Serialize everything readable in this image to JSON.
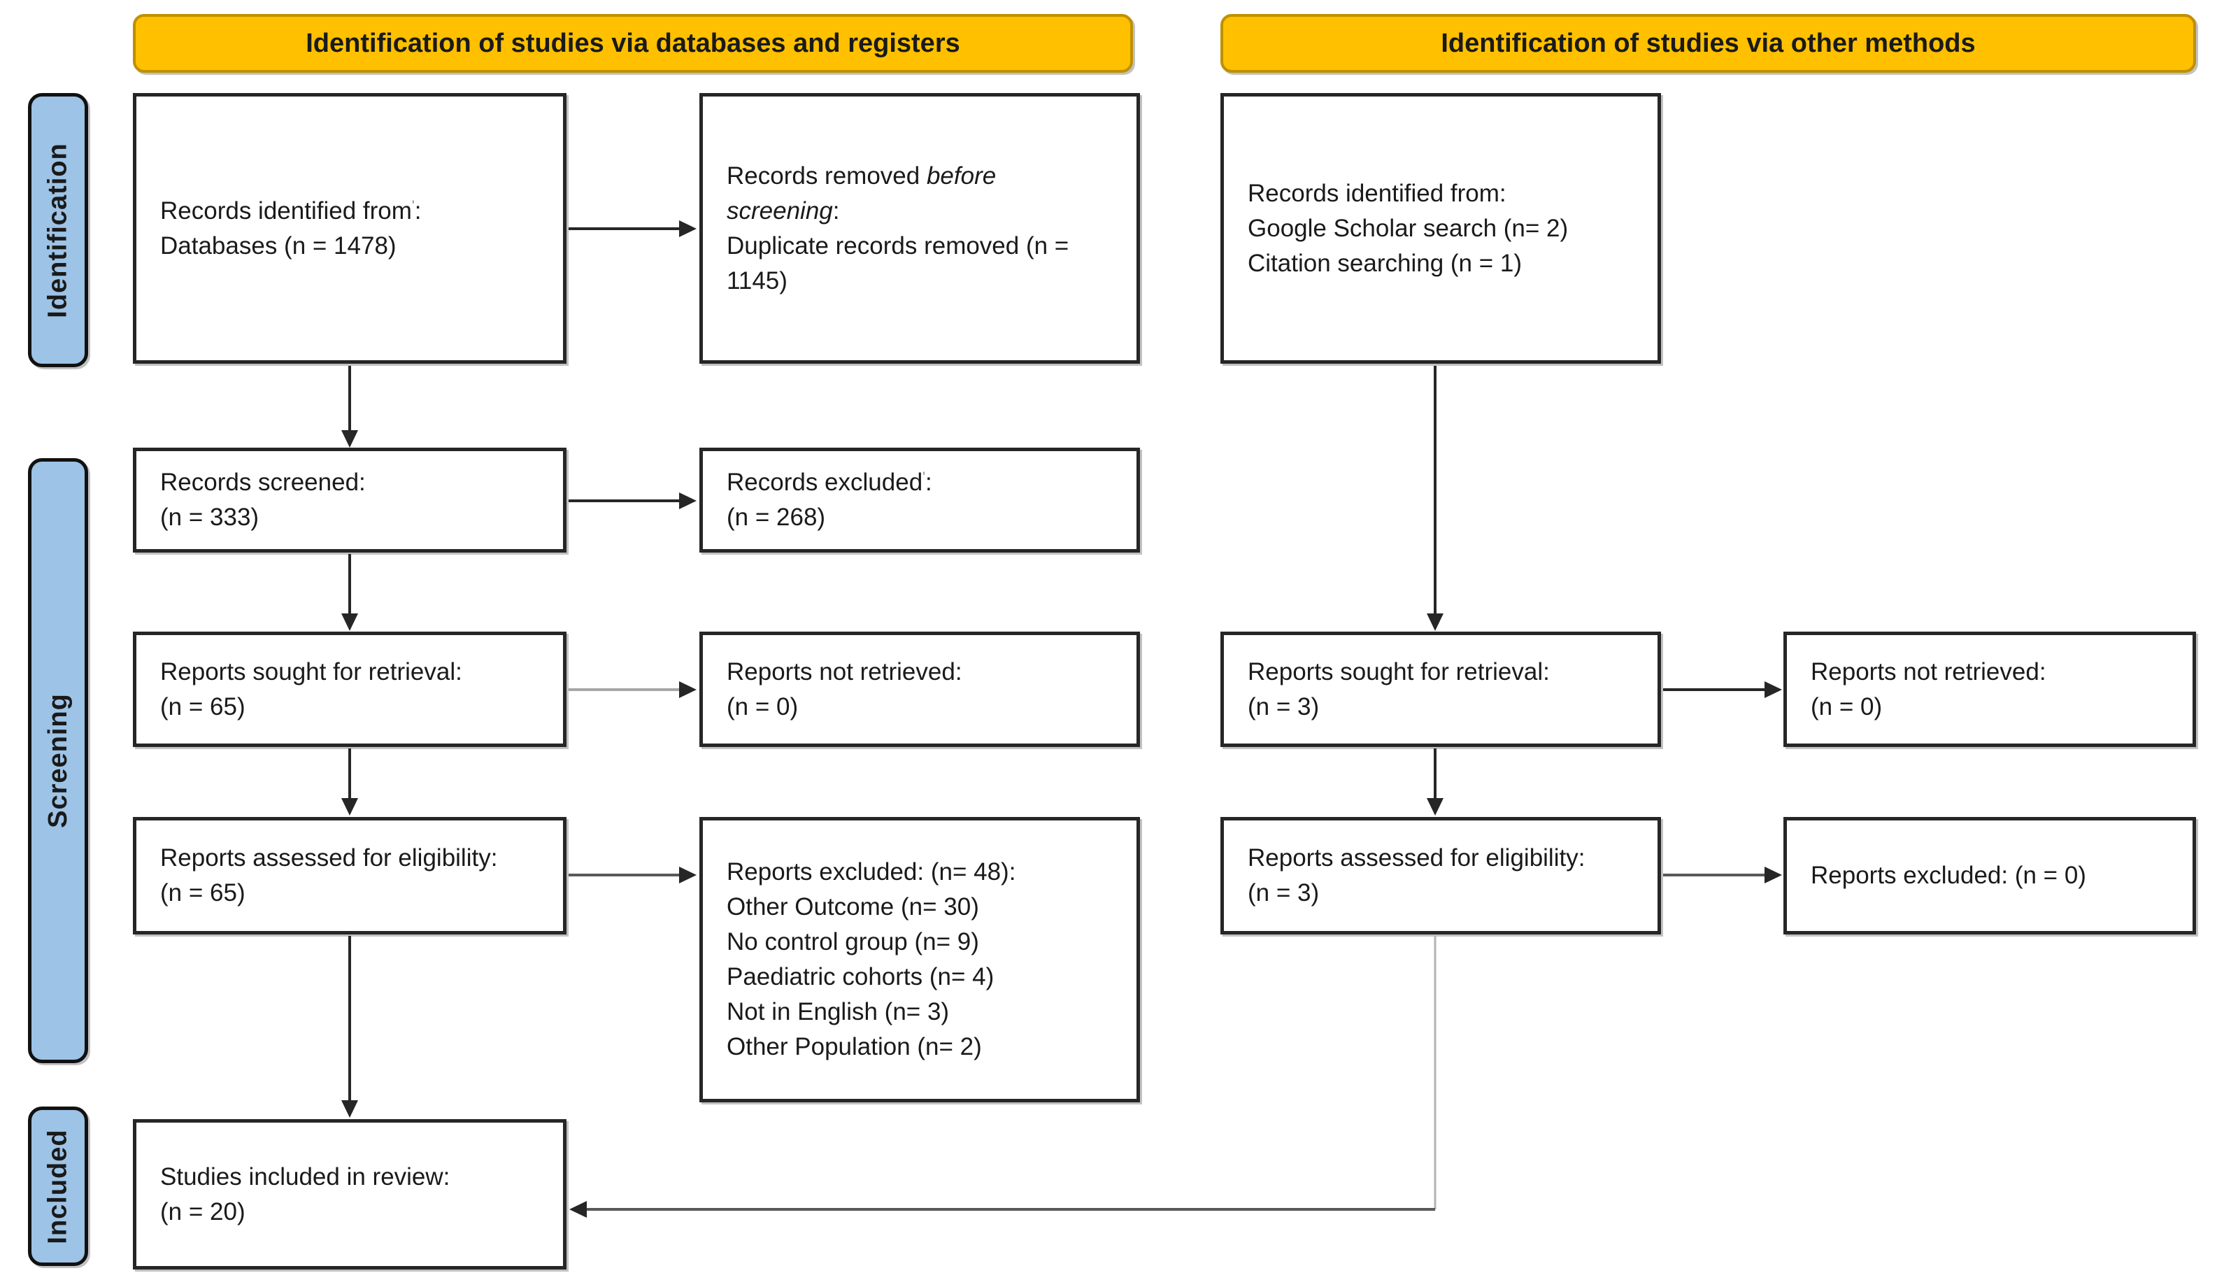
{
  "banners": {
    "left": "Identification of studies via databases and registers",
    "right": "Identification of studies via other methods"
  },
  "sidebar": {
    "identification": "Identification",
    "screening": "Screening",
    "included": "Included"
  },
  "boxes": {
    "records_identified_db": {
      "l1": "Records identified from",
      "l1_sup": "'",
      "l1_colon": ":",
      "l2": "Databases (n = 1478)"
    },
    "records_removed": {
      "l1a": "Records removed ",
      "l1b": "before screening",
      "l1c": ":",
      "l2": "Duplicate records removed (n = 1145)"
    },
    "records_identified_other": {
      "l1": "Records identified from:",
      "l2": "Google Scholar search (n= 2)",
      "l3": "Citation searching (n = 1)"
    },
    "records_screened": {
      "l1": "Records screened:",
      "l2": "(n = 333)"
    },
    "records_excluded": {
      "l1": "Records excluded",
      "l1_sup": "'",
      "l1_colon": ":",
      "l2": "(n = 268)"
    },
    "reports_sought_db": {
      "l1": "Reports sought for retrieval:",
      "l2": "(n = 65)"
    },
    "reports_not_retrieved_db": {
      "l1": "Reports not retrieved:",
      "l2": "(n = 0)"
    },
    "reports_sought_other": {
      "l1": "Reports sought for retrieval:",
      "l2": "(n = 3)"
    },
    "reports_not_retrieved_other": {
      "l1": "Reports not retrieved:",
      "l2": "(n = 0)"
    },
    "reports_assessed_db": {
      "l1": "Reports assessed for eligibility:",
      "l2": "(n = 65)"
    },
    "reports_excluded_db": {
      "title": "Reports excluded: (n= 48):",
      "items": [
        "Other Outcome (n= 30)",
        "No control group (n= 9)",
        "Paediatric cohorts (n= 4)",
        "Not in English (n= 3)",
        "Other Population (n= 2)"
      ]
    },
    "reports_assessed_other": {
      "l1": "Reports assessed for eligibility:",
      "l2": "(n = 3)"
    },
    "reports_excluded_other": {
      "l1": "Reports excluded: (n = 0)"
    },
    "studies_included": {
      "l1": "Studies included in review:",
      "l2": "(n = 20)"
    }
  },
  "colors": {
    "banner": "#ffc000",
    "banner_border": "#bf9000",
    "sidebar": "#9dc3e6",
    "box_border": "#262626",
    "arrow_black": "#262626",
    "arrow_gray": "#a6a6a6",
    "arrow_dark_gray": "#595959"
  }
}
